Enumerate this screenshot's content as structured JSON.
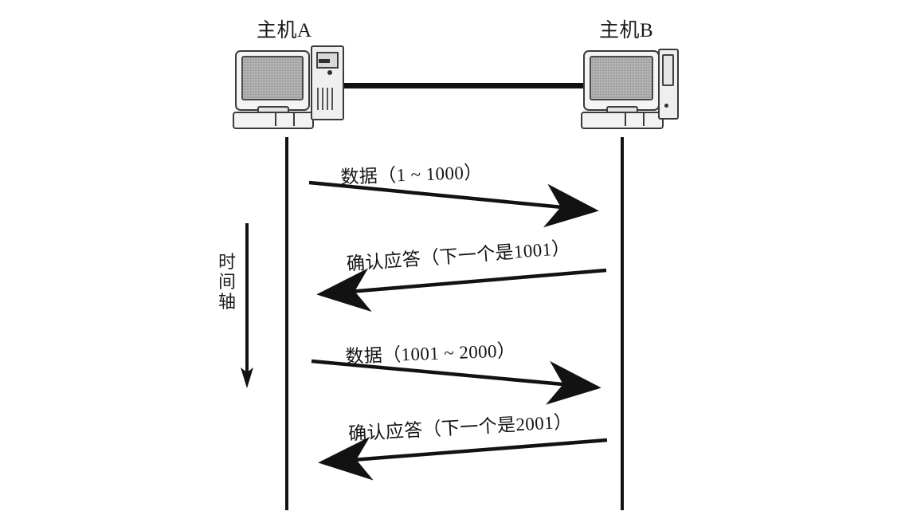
{
  "diagram": {
    "title_hosts": {
      "host_a": "主机A",
      "host_b": "主机B"
    },
    "time_axis": {
      "label_chars": [
        "时",
        "间",
        "轴"
      ],
      "label_full": "时间轴",
      "direction": "downward"
    },
    "messages": [
      {
        "id": "msg-1",
        "label": "数据（1 ~ 1000）",
        "direction": "a-to-b",
        "kind": "data",
        "range_start": 1,
        "range_end": 1000
      },
      {
        "id": "msg-2",
        "label": "确认应答（下一个是1001）",
        "direction": "b-to-a",
        "kind": "ack",
        "next_sequence": 1001
      },
      {
        "id": "msg-3",
        "label": "数据（1001 ~ 2000）",
        "direction": "a-to-b",
        "kind": "data",
        "range_start": 1001,
        "range_end": 2000
      },
      {
        "id": "msg-4",
        "label": "确认应答（下一个是2001）",
        "direction": "b-to-a",
        "kind": "ack",
        "next_sequence": 2001
      }
    ],
    "colors": {
      "background": "#ffffff",
      "line": "#121212",
      "screen_gray": "#a9a9a9",
      "case_light": "#efefef",
      "text": "#1a1a1a"
    }
  }
}
